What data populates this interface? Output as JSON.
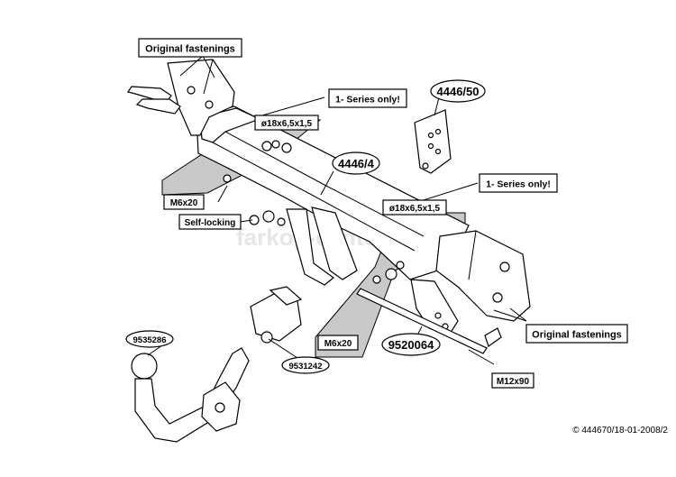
{
  "labels": {
    "original_fastenings_top": "Original fastenings",
    "series_only_top": "1- Series only!",
    "part_4446_50": "4446/50",
    "washer_top": "ø18x6,5x1,5",
    "part_4446_4": "4446/4",
    "m6x20_left": "M6x20",
    "series_only_right": "1- Series only!",
    "washer_right": "ø18x6,5x1,5",
    "self_locking": "Self-locking",
    "watermark": "farkop-center.ru",
    "part_9535286": "9535286",
    "part_9531242": "9531242",
    "m6x20_bottom": "M6x20",
    "part_9520064": "9520064",
    "original_fastenings_right": "Original fastenings",
    "m12x90": "M12x90",
    "copyright": "© 444670/18-01-2008/2"
  },
  "colors": {
    "line": "#000000",
    "callout_fill": "#c9c9c9",
    "part_fill": "#ffffff",
    "watermark": "#e6e6e6"
  }
}
